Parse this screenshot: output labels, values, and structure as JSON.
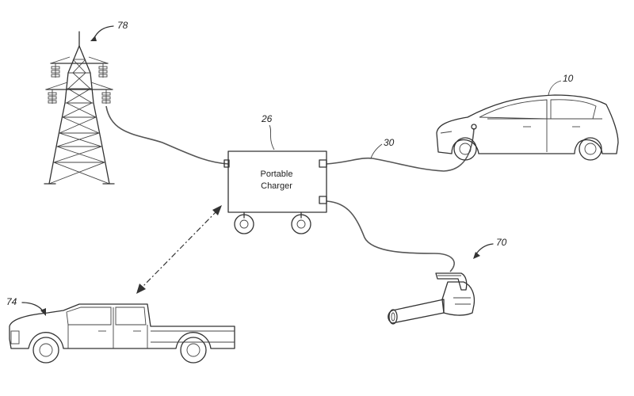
{
  "references": {
    "tower": "78",
    "charger": "26",
    "cable": "30",
    "car": "10",
    "blower": "70",
    "truck": "74"
  },
  "charger": {
    "line1": "Portable",
    "line2": "Charger"
  }
}
